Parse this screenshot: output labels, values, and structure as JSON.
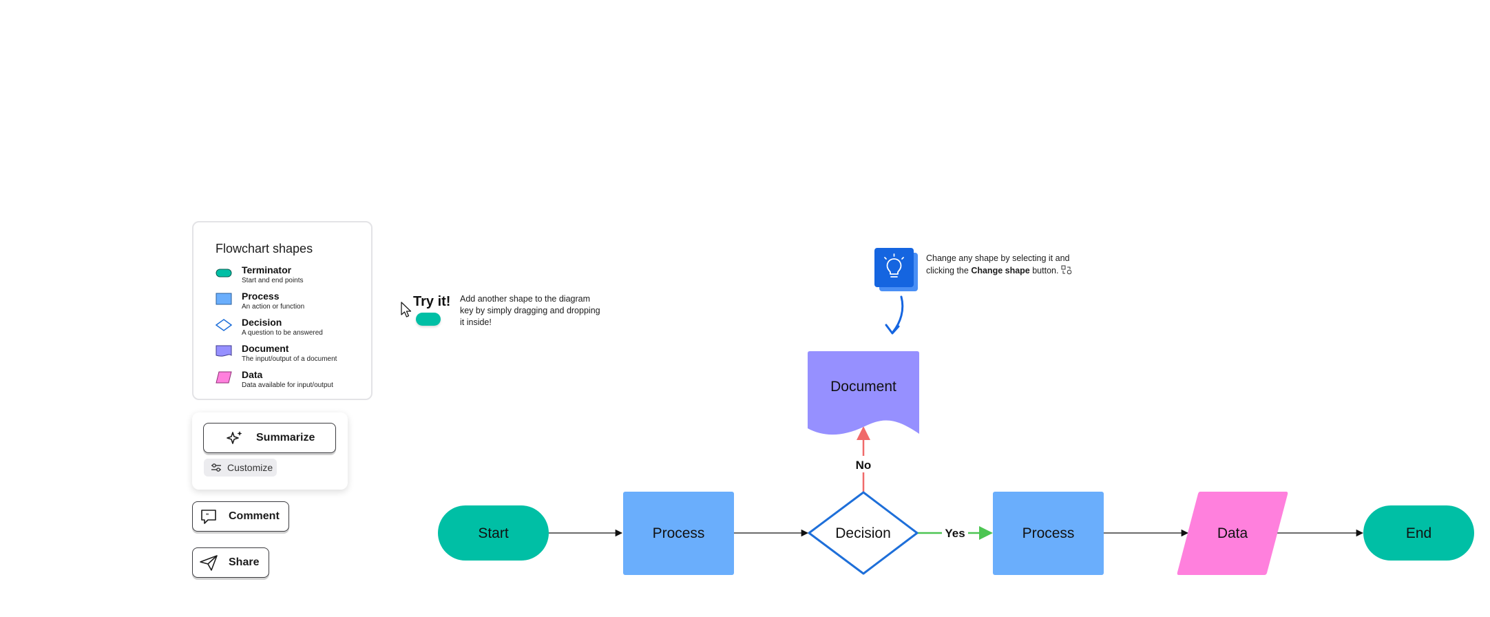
{
  "legend": {
    "title": "Flowchart shapes",
    "items": [
      {
        "label": "Terminator",
        "desc": "Start and end points",
        "color": "#00bfa5",
        "shape": "pill"
      },
      {
        "label": "Process",
        "desc": "An action or function",
        "color": "#6aaefc",
        "shape": "rect"
      },
      {
        "label": "Decision",
        "desc": "A question to be answered",
        "color": "#1e6fd9",
        "shape": "diamond"
      },
      {
        "label": "Document",
        "desc": "The input/output of a document",
        "color": "#9690ff",
        "shape": "document"
      },
      {
        "label": "Data",
        "desc": "Data available for input/output",
        "color": "#ff80dd",
        "shape": "parallelogram"
      }
    ]
  },
  "actions": {
    "summarize": "Summarize",
    "customize": "Customize",
    "comment": "Comment",
    "share": "Share"
  },
  "try_it": {
    "title": "Try it!",
    "description": "Add another shape to the diagram key by simply dragging and dropping it inside!"
  },
  "tip": {
    "text_before": "Change any shape by selecting it and clicking the ",
    "bold": "Change shape",
    "text_after": " button."
  },
  "nodes": {
    "start": "Start",
    "process1": "Process",
    "decision": "Decision",
    "document": "Document",
    "process2": "Process",
    "data": "Data",
    "end": "End"
  },
  "edges": {
    "yes": "Yes",
    "no": "No"
  },
  "colors": {
    "terminator": "#00bfa5",
    "process": "#6aaefc",
    "decision_stroke": "#1e6fd9",
    "document": "#9690ff",
    "data": "#ff80dd",
    "yes_arrow": "#4cc552",
    "no_arrow": "#f06a6a",
    "tip_icon": "#1565e0"
  }
}
